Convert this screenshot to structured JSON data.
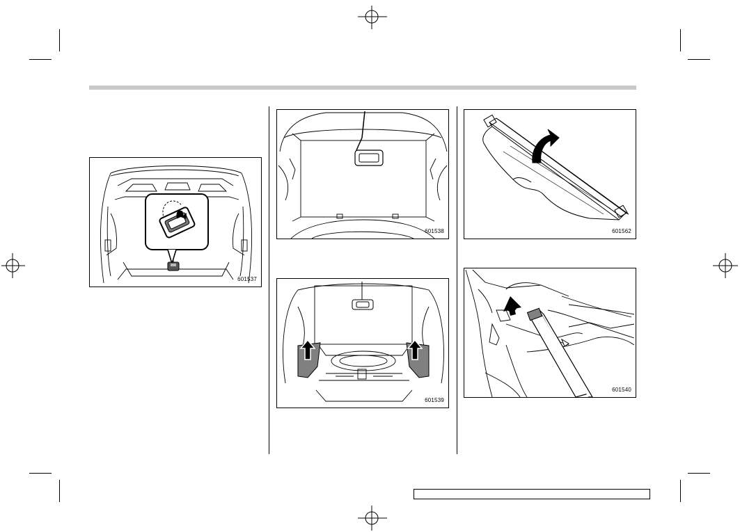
{
  "figures": [
    {
      "code": "601537",
      "subject": "cargo area with floor handle"
    },
    {
      "code": "601538",
      "subject": "tonneau cover extended"
    },
    {
      "code": "601539",
      "subject": "side trays lifted"
    },
    {
      "code": "601562",
      "subject": "tonneau cover rolled"
    },
    {
      "code": "601540",
      "subject": "cover end inserted into holder"
    }
  ],
  "footer": {
    "text": ""
  },
  "icons": {
    "registration": "registration-mark-icon",
    "arrow": "up-arrow-icon"
  }
}
